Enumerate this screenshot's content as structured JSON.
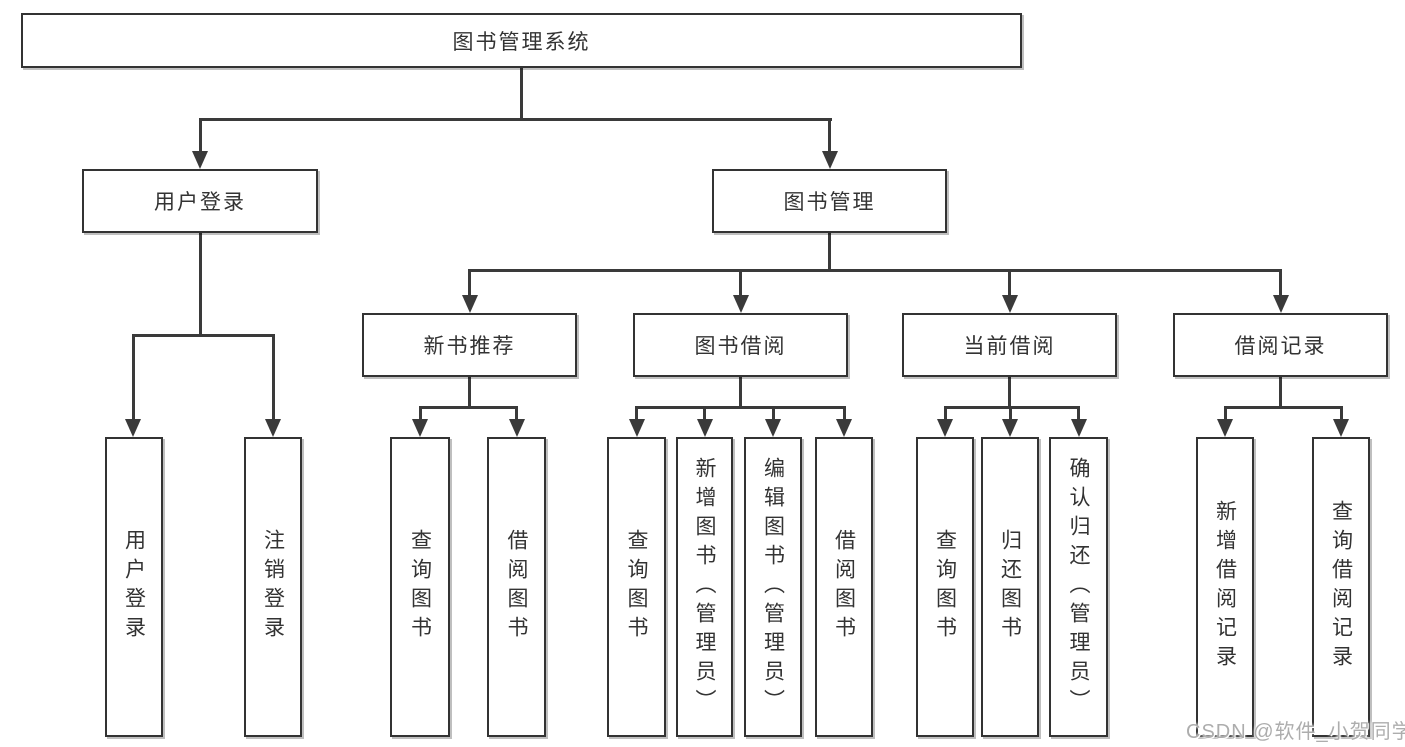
{
  "nodes": {
    "root": "图书管理系统",
    "level2": [
      "用户登录",
      "图书管理"
    ],
    "level3": [
      "新书推荐",
      "图书借阅",
      "当前借阅",
      "借阅记录"
    ],
    "leaves_user_login": [
      "用户登录",
      "注销登录"
    ],
    "leaves_new_books": [
      "查询图书",
      "借阅图书"
    ],
    "leaves_book_borrow": [
      "查询图书",
      "新增图书（管理员）",
      "编辑图书（管理员）",
      "借阅图书"
    ],
    "leaves_current_borrow": [
      "查询图书",
      "归还图书",
      "确认归还（管理员）"
    ],
    "leaves_borrow_records": [
      "新增借阅记录",
      "查询借阅记录"
    ]
  },
  "watermark": "CSDN @软件_小贺同学",
  "colors": {
    "line": "#3a3a3a",
    "border": "#333333",
    "text": "#333333",
    "watermark_text": "#adadad",
    "background": "#ffffff"
  }
}
